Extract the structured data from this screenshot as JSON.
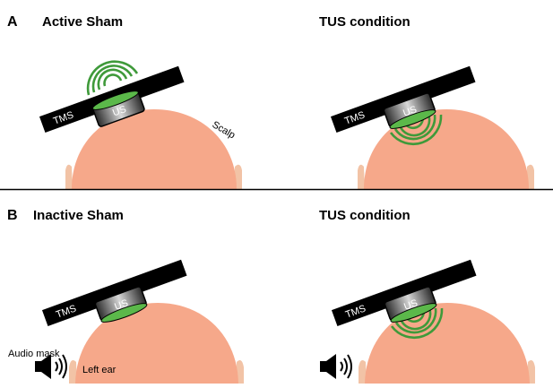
{
  "panel_a": {
    "letter": "A",
    "left_title": "Active Sham",
    "right_title": "TUS condition",
    "tms_label": "TMS",
    "us_label": "US",
    "scalp_label": "Scalp"
  },
  "panel_b": {
    "letter": "B",
    "left_title": "Inactive Sham",
    "right_title": "TUS condition",
    "tms_label": "TMS",
    "us_label": "US",
    "audio_mask_label": "Audio mask",
    "left_ear_label": "Left ear"
  },
  "colors": {
    "head": "#f6a88a",
    "ear": "#f2c3a6",
    "wave": "#3f9a3a",
    "transducer_face": "#5bb84a",
    "tms_bar": "#000000",
    "divider": "#000000"
  },
  "icons": {
    "speaker": "speaker-icon",
    "sound_waves": "sound-wave-icon",
    "ultrasound_waves": "ultrasound-wave-icon"
  }
}
